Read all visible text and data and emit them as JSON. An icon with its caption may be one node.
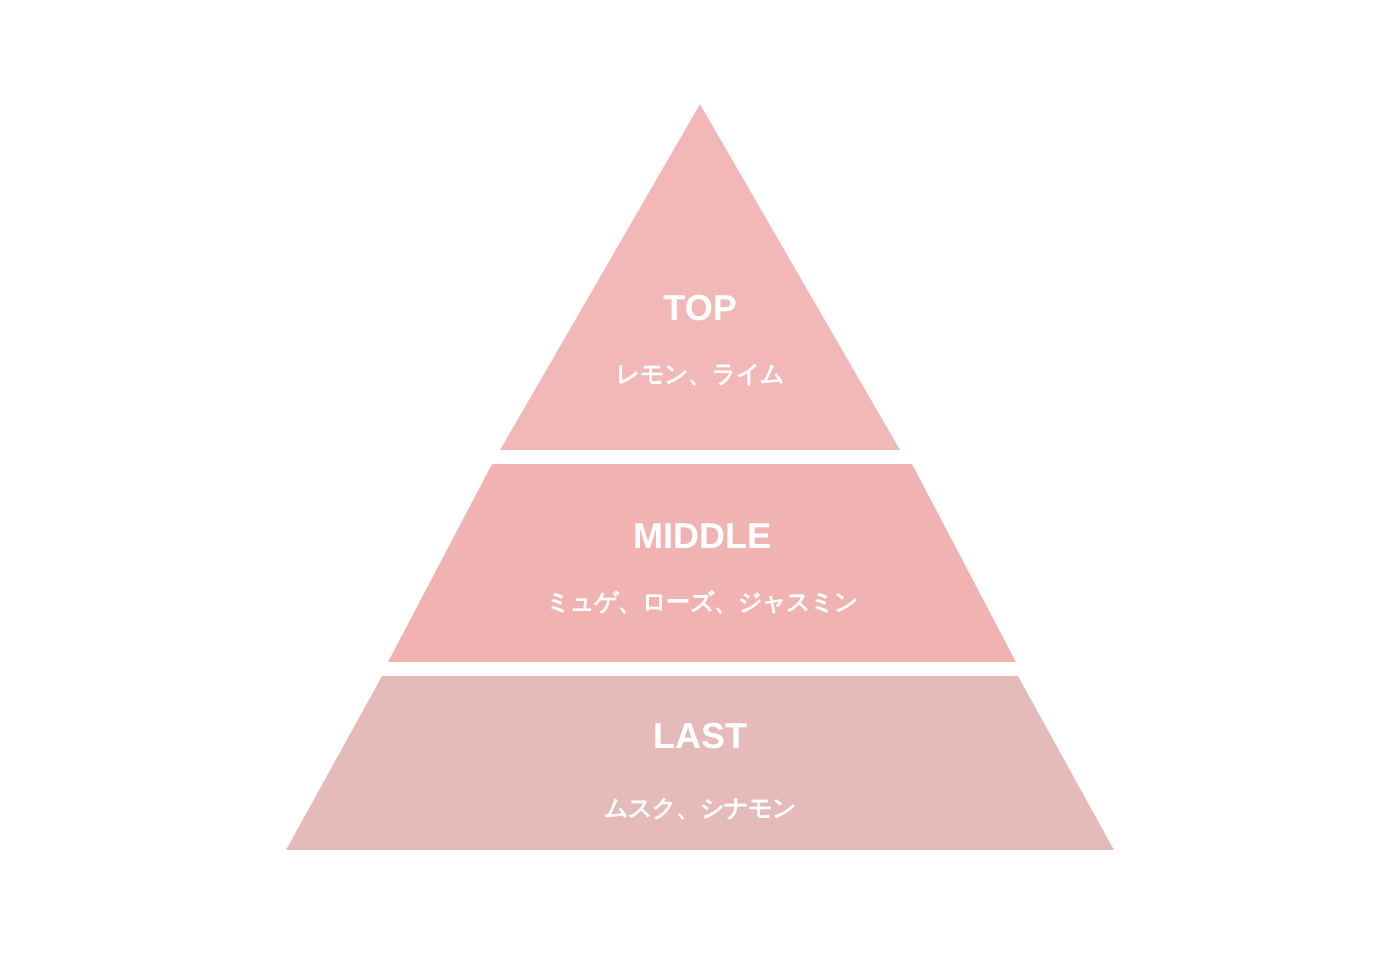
{
  "diagram": {
    "nodes": [
      {
        "text": [
          "TOP",
          "レモン、ライム"
        ]
      },
      {
        "text": [
          "MIDDLE",
          "ミュゲ、ローズ、ジャスミン"
        ]
      },
      {
        "text": [
          "LAST",
          "ムスク、シナモン"
        ]
      }
    ]
  }
}
